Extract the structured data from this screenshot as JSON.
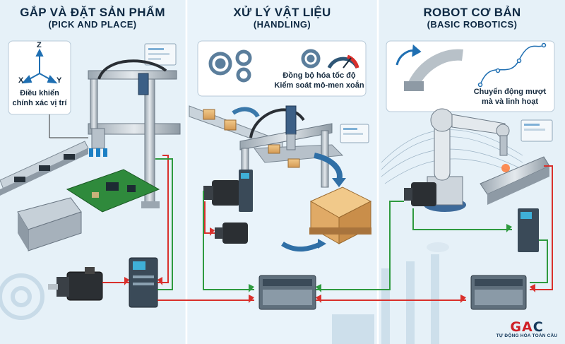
{
  "panels": [
    {
      "title": "GẮP VÀ ĐẶT SẢN PHẨM",
      "subtitle": "(PICK AND PLACE)"
    },
    {
      "title": "XỬ LÝ VẬT LIỆU",
      "subtitle": "(HANDLING)"
    },
    {
      "title": "ROBOT CƠ BẢN",
      "subtitle": "(BASIC ROBOTICS)"
    }
  ],
  "pick_place": {
    "axes": {
      "z": "Z",
      "x": "X",
      "y": "Y"
    },
    "callout_line1": "Điều khiển",
    "callout_line2": "chính xác vị trí"
  },
  "handling": {
    "callout_line1": "Đồng bộ hóa tốc độ",
    "callout_line2": "Kiểm soát mô-men xoắn"
  },
  "robotics": {
    "callout_line1": "Chuyển động mượt",
    "callout_line2": "mà và linh hoạt"
  },
  "logo": {
    "mark_g": "G",
    "mark_a": "A",
    "mark_c": "C",
    "tagline": "TỰ ĐỘNG HÓA TOÀN CẦU"
  },
  "colors": {
    "background": "#dfeef7",
    "panel": "#e9f3fa",
    "signal_red": "#d9302c",
    "signal_green": "#2e9a3f",
    "title": "#0f2a44",
    "logo_red": "#cf2027",
    "logo_navy": "#15395b"
  },
  "icons": [
    "gear-icon",
    "speedometer-icon",
    "rotate-arrow-icon",
    "monitor-icon",
    "servo-motor-icon",
    "servo-drive-icon",
    "plc-icon",
    "factory-icon"
  ]
}
